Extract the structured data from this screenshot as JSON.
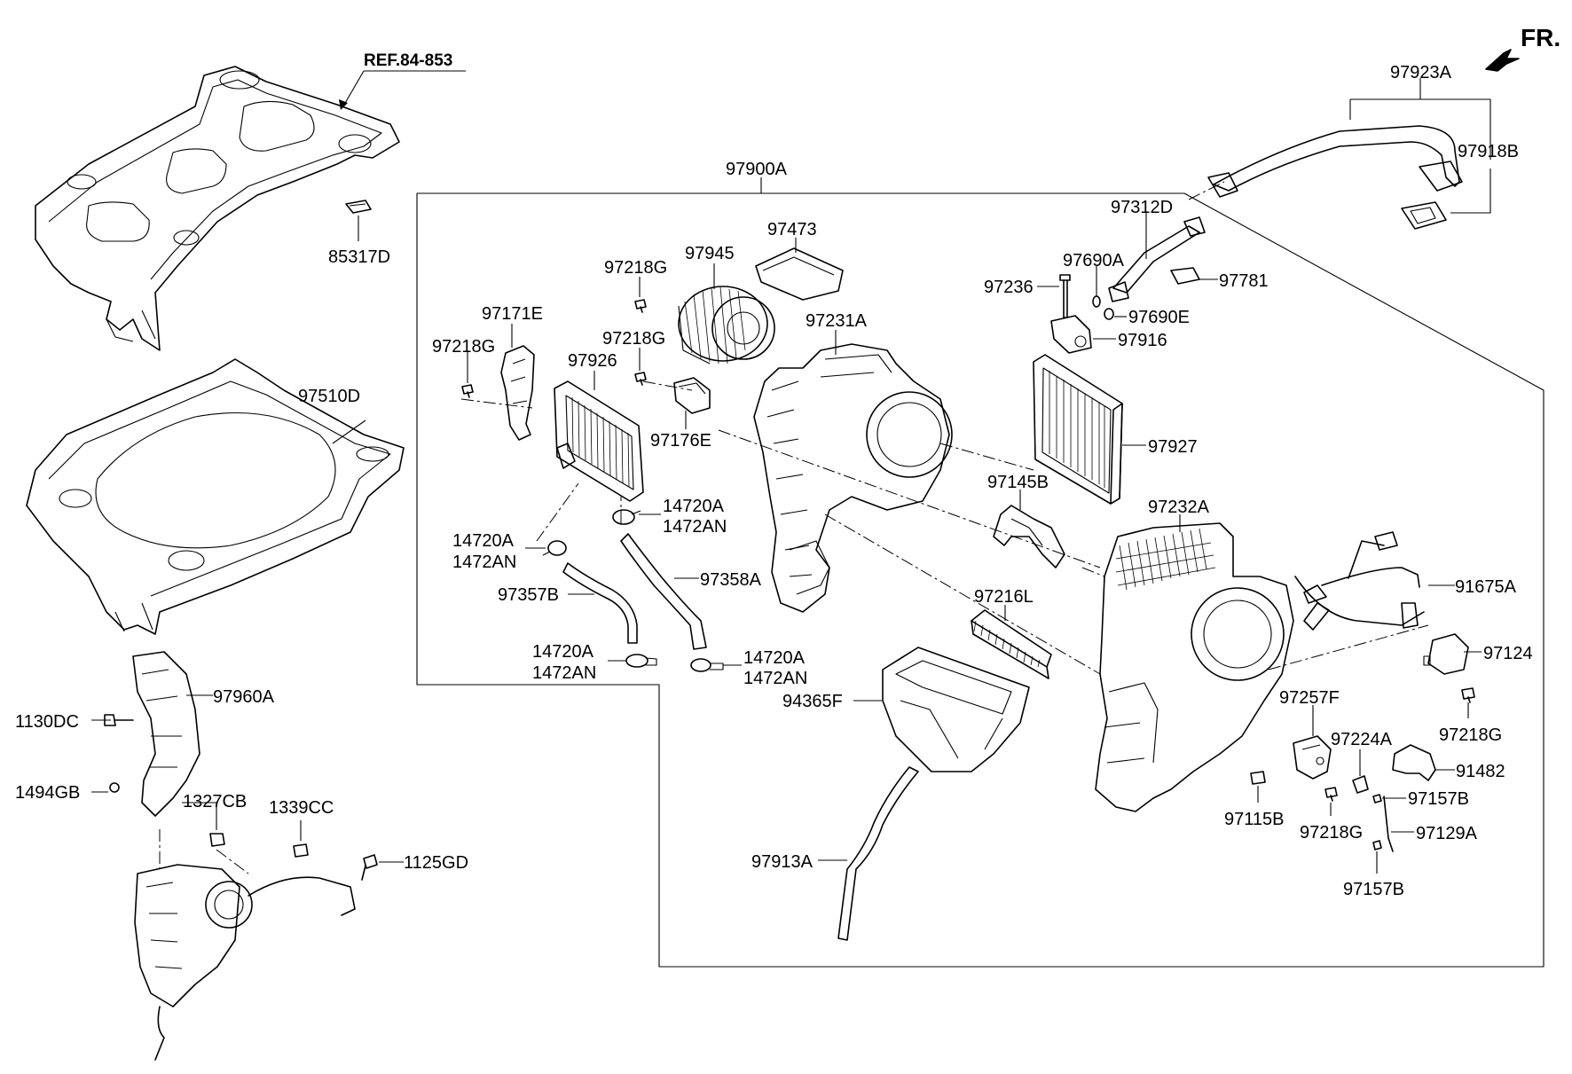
{
  "labels": {
    "ref": "REF.84-853",
    "fr": "FR.",
    "p85317D": "85317D",
    "p97510D": "97510D",
    "p97960A": "97960A",
    "p1130DC": "1130DC",
    "p1494GB": "1494GB",
    "p1327CB": "1327CB",
    "p1339CC": "1339CC",
    "p1125GD": "1125GD",
    "p97900A": "97900A",
    "p97923A": "97923A",
    "p97918B": "97918B",
    "p97312D": "97312D",
    "p97690A": "97690A",
    "p97236": "97236",
    "p97781": "97781",
    "p97690E": "97690E",
    "p97916": "97916",
    "p97927": "97927",
    "p97473": "97473",
    "p97945": "97945",
    "p97218G_a": "97218G",
    "p97218G_b": "97218G",
    "p97218G_c": "97218G",
    "p97218G_d": "97218G",
    "p97218G_e": "97218G",
    "p97171E": "97171E",
    "p97926": "97926",
    "p97176E": "97176E",
    "p97231A": "97231A",
    "p14720A_a": "14720A",
    "p1472AN_a": "1472AN",
    "p14720A_b": "14720A",
    "p1472AN_b": "1472AN",
    "p14720A_c": "14720A",
    "p1472AN_c": "1472AN",
    "p14720A_d": "14720A",
    "p1472AN_d": "1472AN",
    "p97357B": "97357B",
    "p97358A": "97358A",
    "p97145B": "97145B",
    "p97232A": "97232A",
    "p97216L": "97216L",
    "p94365F": "94365F",
    "p97913A": "97913A",
    "p91675A": "91675A",
    "p97124": "97124",
    "p97257F": "97257F",
    "p97224A": "97224A",
    "p91482": "91482",
    "p97157B_a": "97157B",
    "p97157B_b": "97157B",
    "p97129A": "97129A",
    "p97115B": "97115B"
  },
  "colors": {
    "line": "#000000",
    "background": "#ffffff"
  }
}
